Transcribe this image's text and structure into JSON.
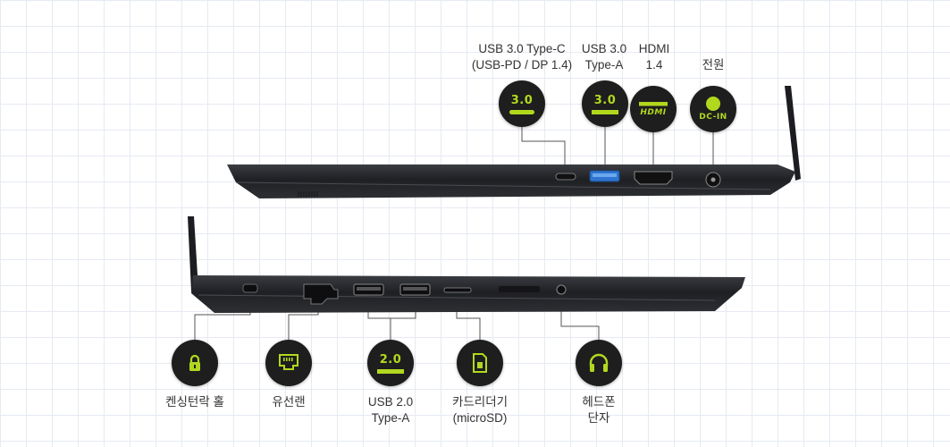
{
  "right_side": {
    "ports": [
      {
        "label_lines": [
          "USB 3.0 Type-C",
          "(USB-PD / DP 1.4)"
        ],
        "badge": "3.0",
        "icon": "usb-c-icon"
      },
      {
        "label_lines": [
          "USB 3.0",
          "Type-A"
        ],
        "badge": "3.0",
        "icon": "usb-a-icon"
      },
      {
        "label_lines": [
          "HDMI",
          "1.4"
        ],
        "badge": "HDMI",
        "icon": "hdmi-icon"
      },
      {
        "label_lines": [
          "전원"
        ],
        "badge": "DC-IN",
        "icon": "power-icon"
      }
    ]
  },
  "left_side": {
    "ports": [
      {
        "label_lines": [
          "켄싱턴락 홀"
        ],
        "icon": "lock-icon"
      },
      {
        "label_lines": [
          "유선랜"
        ],
        "icon": "lan-icon"
      },
      {
        "label_lines": [
          "USB 2.0",
          "Type-A"
        ],
        "badge": "2.0",
        "icon": "usb-a-icon"
      },
      {
        "label_lines": [
          "카드리더기",
          "(microSD)"
        ],
        "icon": "sd-card-icon"
      },
      {
        "label_lines": [
          "헤드폰",
          "단자"
        ],
        "icon": "headphone-icon"
      }
    ]
  },
  "colors": {
    "accent": "#b2d81e",
    "badge_bg": "#1e1e1e",
    "laptop_body": "#2b2d31",
    "usb3_blue": "#2f74d0"
  }
}
